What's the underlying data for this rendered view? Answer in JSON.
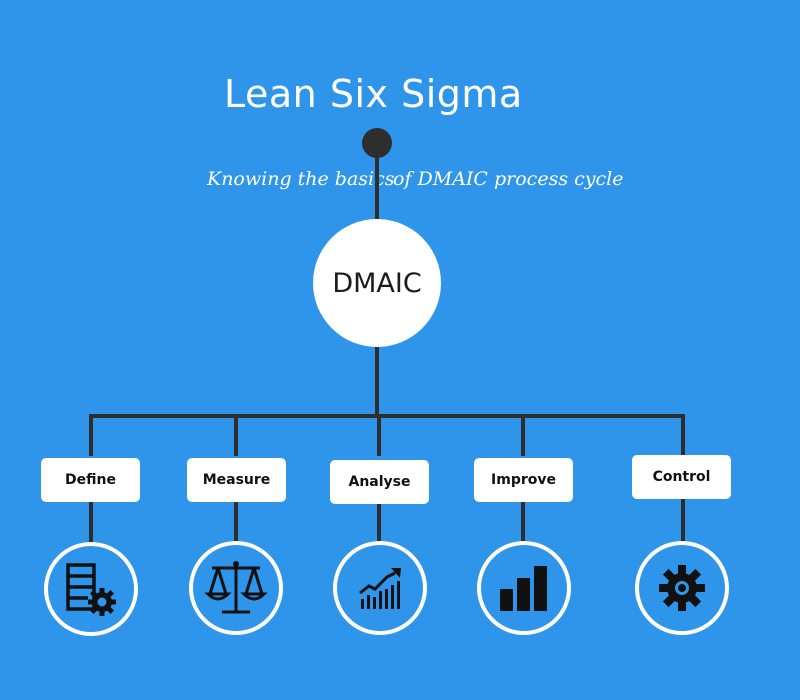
{
  "title": "Lean Six Sigma",
  "subtitle": {
    "left": "Knowing the basics",
    "right": "of DMAIC process cycle"
  },
  "center": "DMAIC",
  "steps": [
    {
      "label": "Define",
      "icon": "table-gear-icon"
    },
    {
      "label": "Measure",
      "icon": "scale-icon"
    },
    {
      "label": "Analyse",
      "icon": "trend-chart-icon"
    },
    {
      "label": "Improve",
      "icon": "bar-chart-icon"
    },
    {
      "label": "Control",
      "icon": "gear-icon"
    }
  ],
  "colors": {
    "background": "#2f95ea",
    "line": "#2e2e2e",
    "box": "#ffffff",
    "icon": "#111111"
  }
}
